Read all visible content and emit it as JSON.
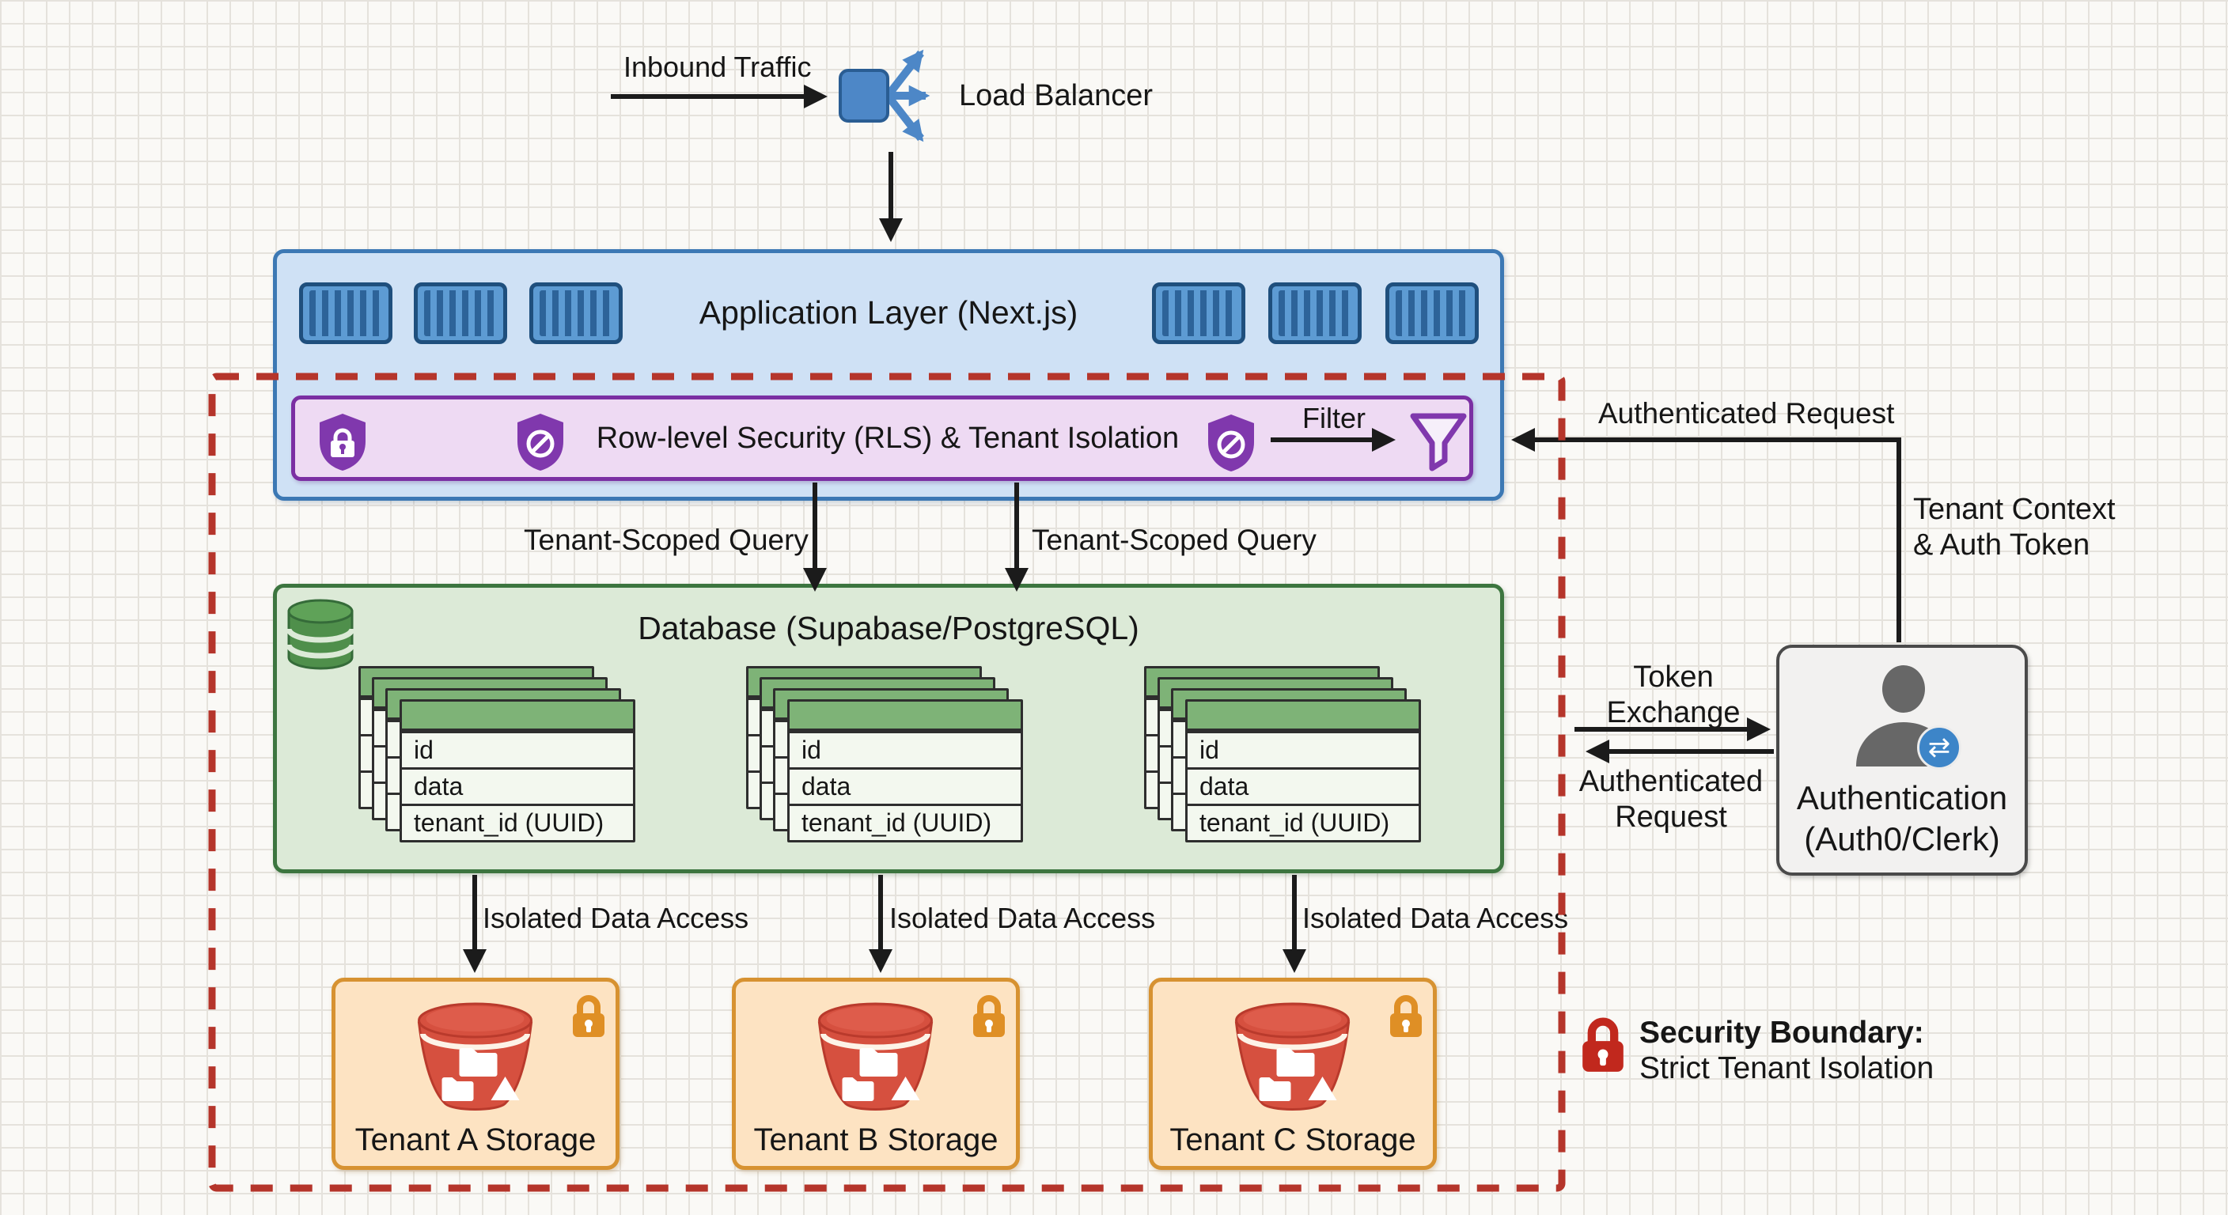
{
  "labels": {
    "inbound_traffic": "Inbound Traffic",
    "load_balancer": "Load Balancer",
    "app_layer_title": "Application Layer (Next.js)",
    "rls_title": "Row-level Security (RLS) & Tenant Isolation",
    "filter": "Filter",
    "tenant_scoped_query_1": "Tenant-Scoped Query",
    "tenant_scoped_query_2": "Tenant-Scoped Query",
    "db_title": "Database (Supabase/PostgreSQL)",
    "isolated_data_access_1": "Isolated Data Access",
    "isolated_data_access_2": "Isolated Data Access",
    "isolated_data_access_3": "Isolated Data Access",
    "authenticated_request_top": "Authenticated Request",
    "tenant_context_line1": "Tenant Context",
    "tenant_context_line2": "& Auth Token",
    "token_exchange_line1": "Token",
    "token_exchange_line2": "Exchange",
    "authenticated_request_line1": "Authenticated",
    "authenticated_request_line2": "Request",
    "auth_title_line1": "Authentication",
    "auth_title_line2": "(Auth0/Clerk)",
    "security_boundary_title": "Security Boundary:",
    "security_boundary_subtitle": "Strict Tenant Isolation"
  },
  "database": {
    "tables": [
      {
        "rows": [
          "id",
          "data",
          "tenant_id (UUID)"
        ]
      },
      {
        "rows": [
          "id",
          "data",
          "tenant_id (UUID)"
        ]
      },
      {
        "rows": [
          "id",
          "data",
          "tenant_id (UUID)"
        ]
      }
    ]
  },
  "storage": [
    {
      "label": "Tenant A Storage"
    },
    {
      "label": "Tenant B Storage"
    },
    {
      "label": "Tenant C Storage"
    }
  ],
  "icons": {
    "auth_badge_glyph": "⇄",
    "load_balancer": "load-balancer-icon",
    "container": "container-icon",
    "shield_lock": "shield-lock-icon",
    "shield_block": "shield-block-icon",
    "funnel": "filter-funnel-icon",
    "database_cylinder": "database-cylinder-icon",
    "bucket": "storage-bucket-icon",
    "padlock": "padlock-icon",
    "security_lock": "security-lock-icon",
    "user_exchange": "user-token-exchange-icon"
  },
  "colors": {
    "app_layer_fill": "#cfe1f5",
    "app_layer_border": "#3c78b4",
    "container_blue": "#5d9bd3",
    "rls_fill": "#eedaf3",
    "rls_border": "#7b2fa3",
    "shield_purple": "#8038ad",
    "db_fill": "#dcead7",
    "db_border": "#3c753f",
    "table_header_green": "#7eb377",
    "storage_fill": "#fde3c2",
    "storage_border": "#d79231",
    "bucket_red": "#d6503f",
    "padlock_orange": "#df8f25",
    "security_lock_red": "#c1281d",
    "auth_fill": "#f2f1f0",
    "auth_border": "#4a4a4a",
    "badge_blue": "#3d85c8",
    "boundary_red": "#b5352b",
    "arrow_black": "#1b1b1b"
  }
}
